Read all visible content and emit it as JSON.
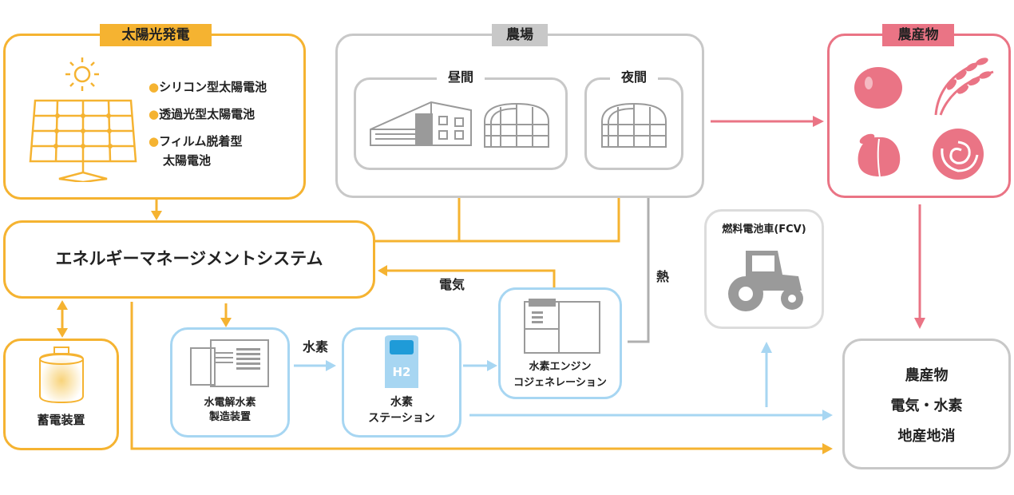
{
  "colors": {
    "orange": "#F5B331",
    "gray": "#C8C8C8",
    "pink": "#EA7485",
    "blue": "#A7D6F2",
    "dark_gray": "#AFAFAF"
  },
  "solar": {
    "title": "太陽光発電",
    "bullets": [
      "シリコン型太陽電池",
      "透過光型太陽電池",
      "フィルム脱着型",
      "太陽電池"
    ],
    "icons": [
      "sun-icon",
      "solar-panel-icon"
    ]
  },
  "farm": {
    "title": "農場",
    "daytime": "昼間",
    "night": "夜間",
    "icons": [
      "plant-factory-icon",
      "greenhouse-icon"
    ]
  },
  "produce": {
    "title": "農産物",
    "icons": [
      "tomato-icon",
      "rice-icon",
      "peach-icon",
      "rose-icon"
    ]
  },
  "ems": {
    "label": "エネルギーマネージメントシステム"
  },
  "storage": {
    "label": "蓄電装置",
    "icon": "battery-icon"
  },
  "electrolyzer": {
    "label_1": "水電解水素",
    "label_2": "製造装置",
    "icon": "electrolyzer-icon"
  },
  "station": {
    "label_1": "水素",
    "label_2": "ステーション",
    "sign": "H2"
  },
  "cogen": {
    "label_1": "水素エンジン",
    "label_2": "コジェネレーション",
    "icon": "generator-icon"
  },
  "fcv": {
    "label": "燃料電池車(FCV)",
    "icon": "tractor-icon"
  },
  "result": {
    "line_1": "農産物",
    "line_2": "電気・水素",
    "line_3": "地産地消"
  },
  "flows": {
    "electricity": "電気",
    "hydrogen": "水素",
    "heat": "熱"
  }
}
